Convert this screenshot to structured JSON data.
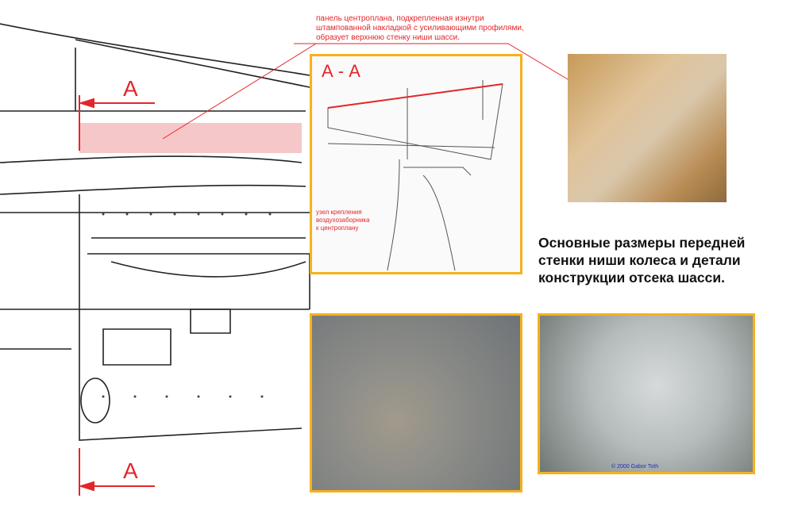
{
  "annotation_top": [
    "панель центроплана, подкрепленная изнутри",
    "штампованной накладкой с усиливающими профилями,",
    "образует верхнюю стенку ниши шасси."
  ],
  "section_label": "А - А",
  "section_marker_top": "А",
  "section_marker_bottom": "А",
  "annotation_node": [
    "узел крепления",
    "воздухозаборника",
    "к центроплану"
  ],
  "caption": [
    "Основные размеры передней",
    "стенки ниши колеса и детали",
    "конструкции отсека шасси."
  ],
  "photo_copyright": "© 2000 Gabor Toth",
  "colors": {
    "accent_red": "#e3262b",
    "frame_orange": "#f5b21b",
    "highlight_pink": "#f6c7c8"
  }
}
